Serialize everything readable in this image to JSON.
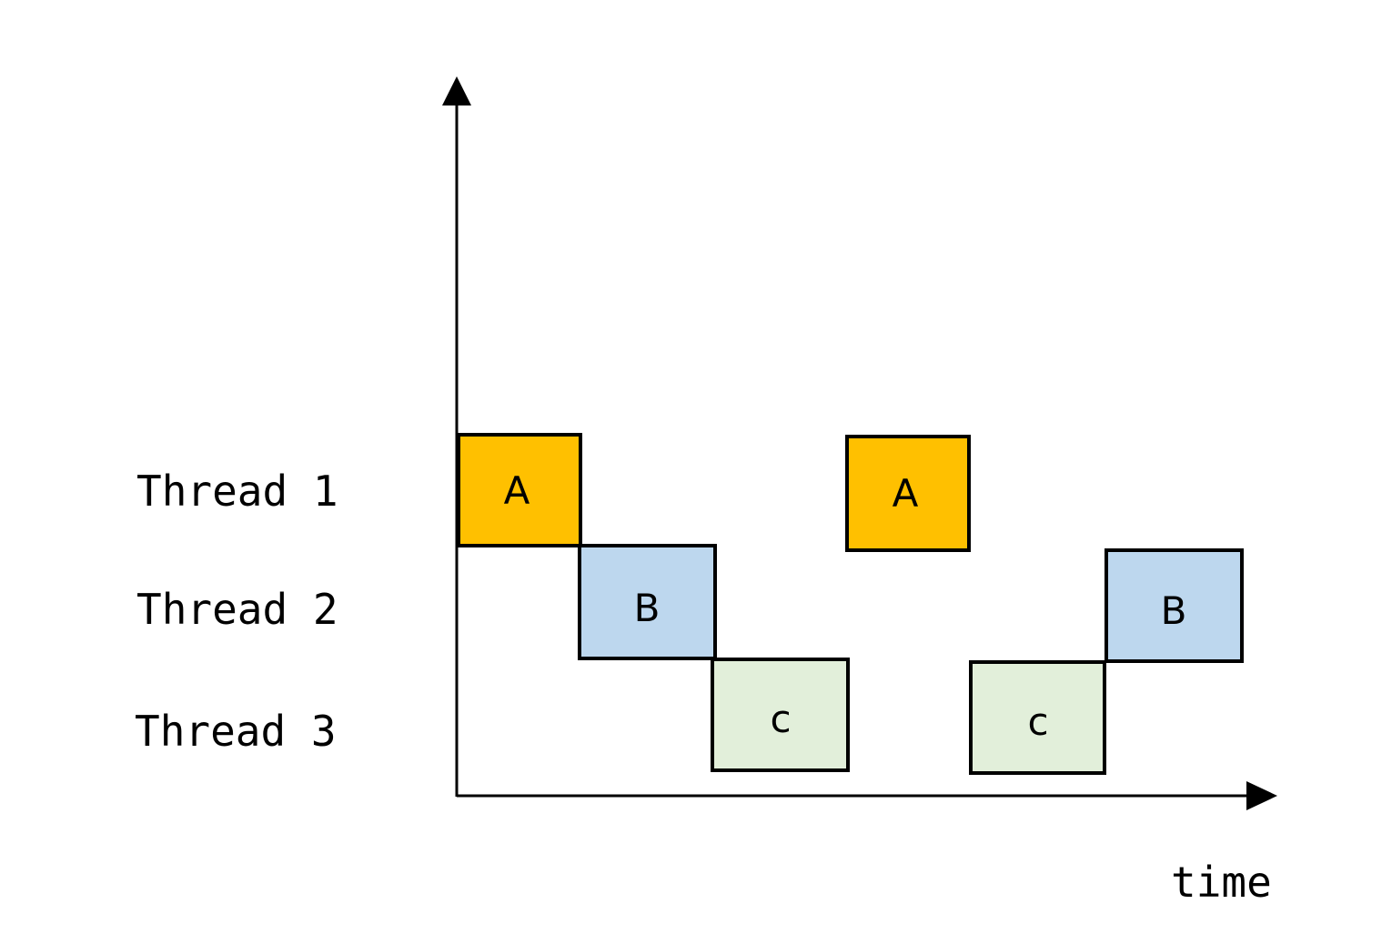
{
  "threads": [
    {
      "label": "Thread 1"
    },
    {
      "label": "Thread 2"
    },
    {
      "label": "Thread 3"
    }
  ],
  "axis": {
    "x_label": "time"
  },
  "colors": {
    "A": "#ffc000",
    "B": "#bdd7ee",
    "C": "#e2efda",
    "stroke": "#000000"
  },
  "blocks": [
    {
      "label": "A",
      "thread": 1,
      "color_key": "A"
    },
    {
      "label": "B",
      "thread": 2,
      "color_key": "B"
    },
    {
      "label": "c",
      "thread": 3,
      "color_key": "C"
    },
    {
      "label": "A",
      "thread": 1,
      "color_key": "A"
    },
    {
      "label": "c",
      "thread": 3,
      "color_key": "C"
    },
    {
      "label": "B",
      "thread": 2,
      "color_key": "B"
    }
  ]
}
